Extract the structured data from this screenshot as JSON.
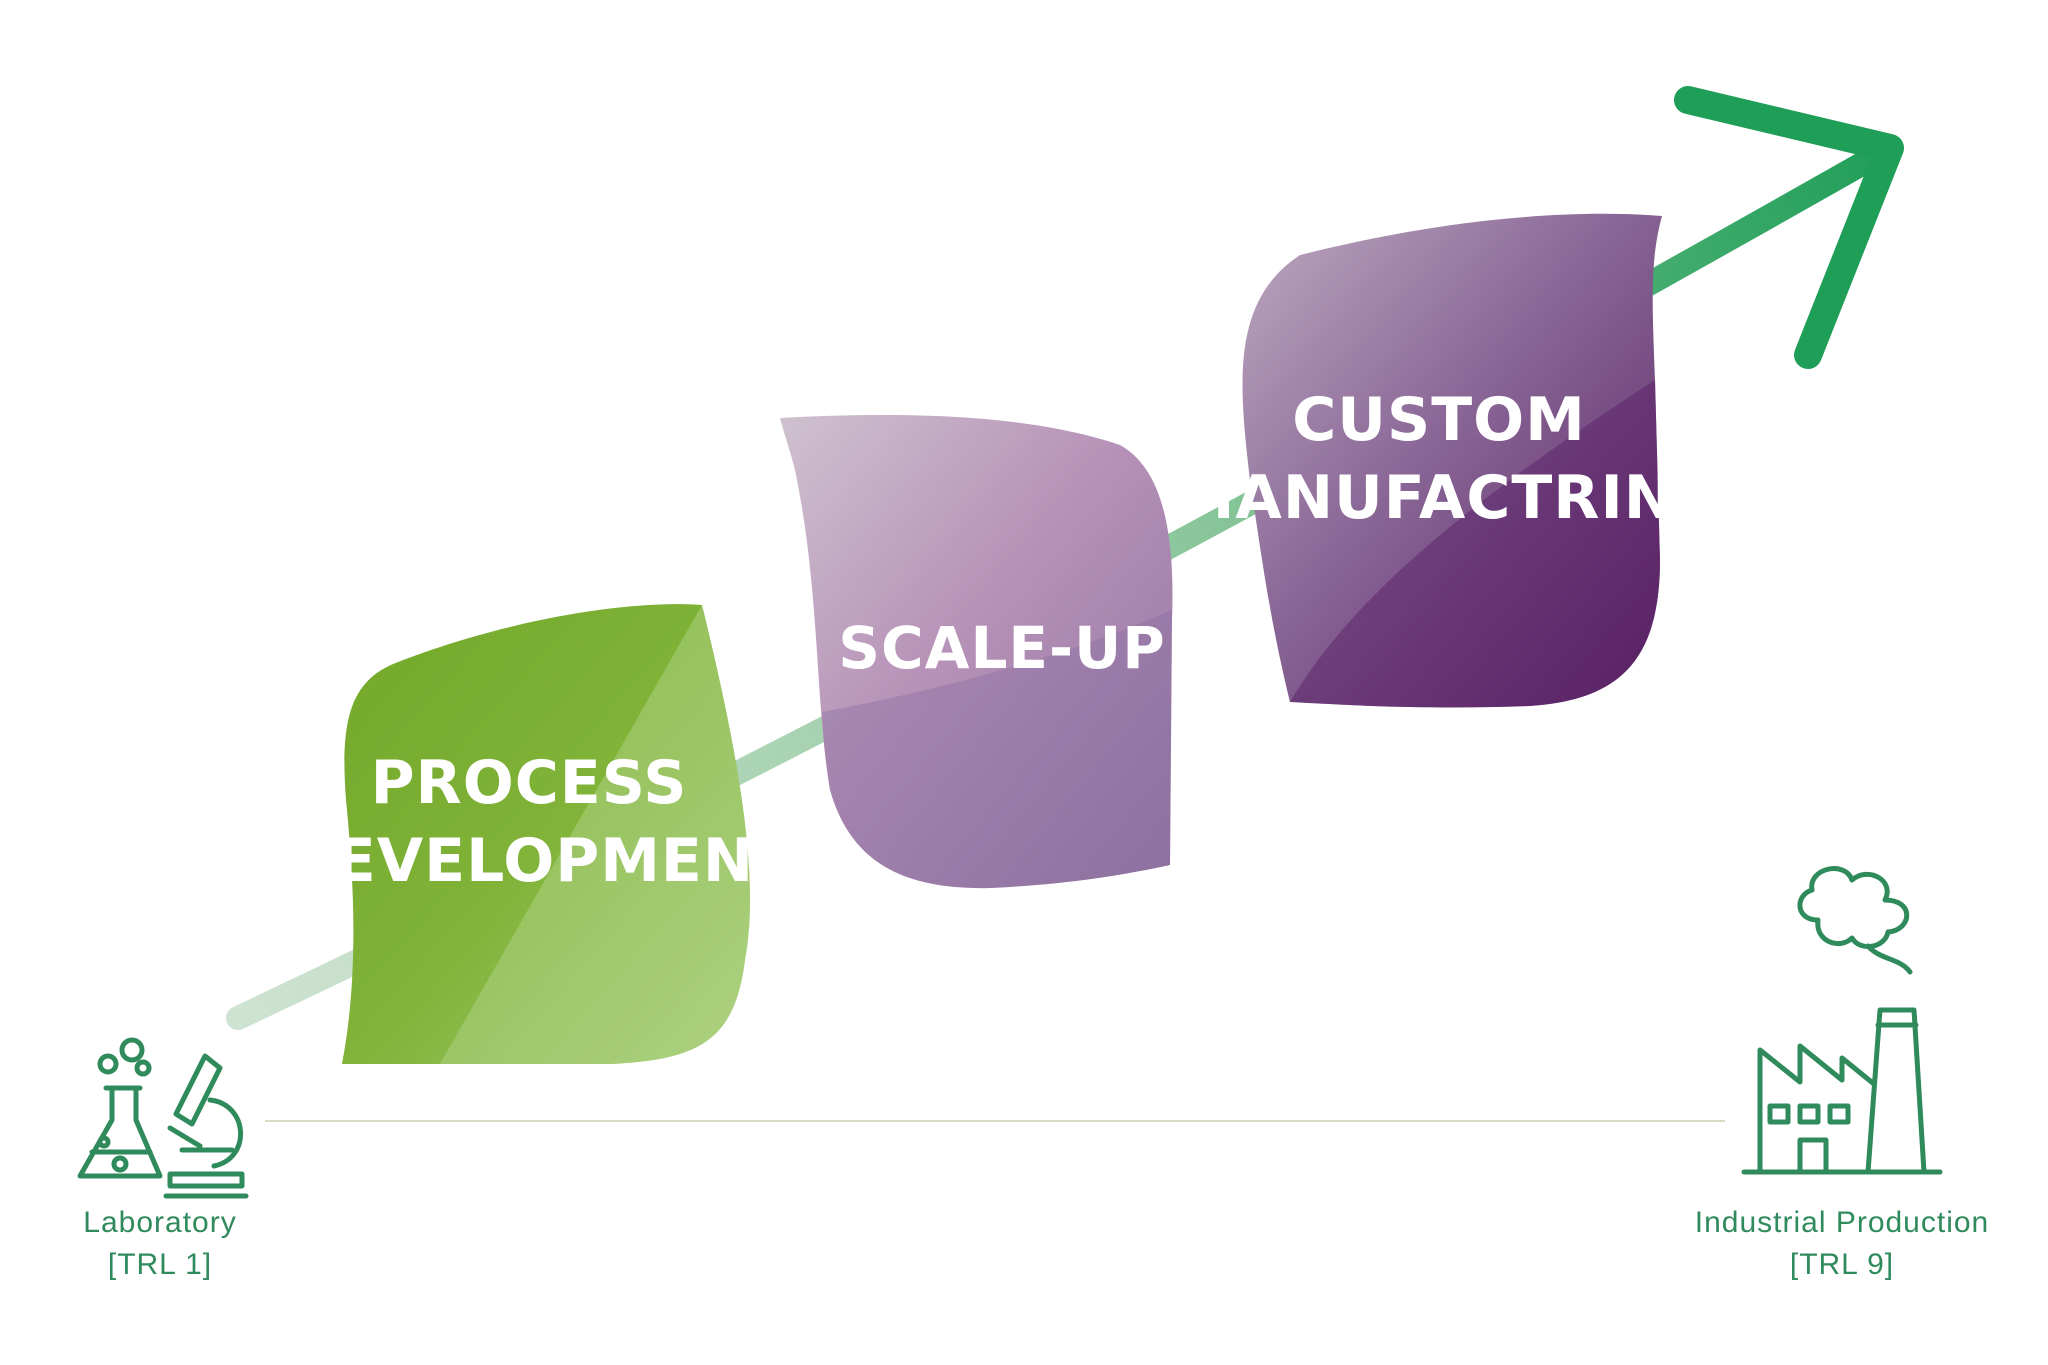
{
  "stages": [
    {
      "id": "process-development",
      "lines": [
        "PROCESS",
        "DEVELOPMENT"
      ]
    },
    {
      "id": "scale-up",
      "lines": [
        "SCALE-UP"
      ]
    },
    {
      "id": "custom-manufacturing",
      "lines": [
        "CUSTOM",
        "MANUFACTRING"
      ]
    }
  ],
  "start": {
    "label": "Laboratory",
    "sublabel": "[TRL 1]",
    "icons": [
      "flask-icon",
      "microscope-icon"
    ]
  },
  "end": {
    "label": "Industrial Production",
    "sublabel": "[TRL 9]",
    "icons": [
      "factory-icon"
    ]
  },
  "colors": {
    "arrow": "#1e9e57",
    "arrow_faded": "#a9cfae",
    "green_dark": "#6fa824",
    "green_light": "#a7cf7a",
    "purple_light": "#c7b3c9",
    "purple_mid": "#9879a4",
    "purple_dark": "#5e2a6b",
    "label": "#2f8a5c",
    "baseline": "#d5dcc4"
  }
}
